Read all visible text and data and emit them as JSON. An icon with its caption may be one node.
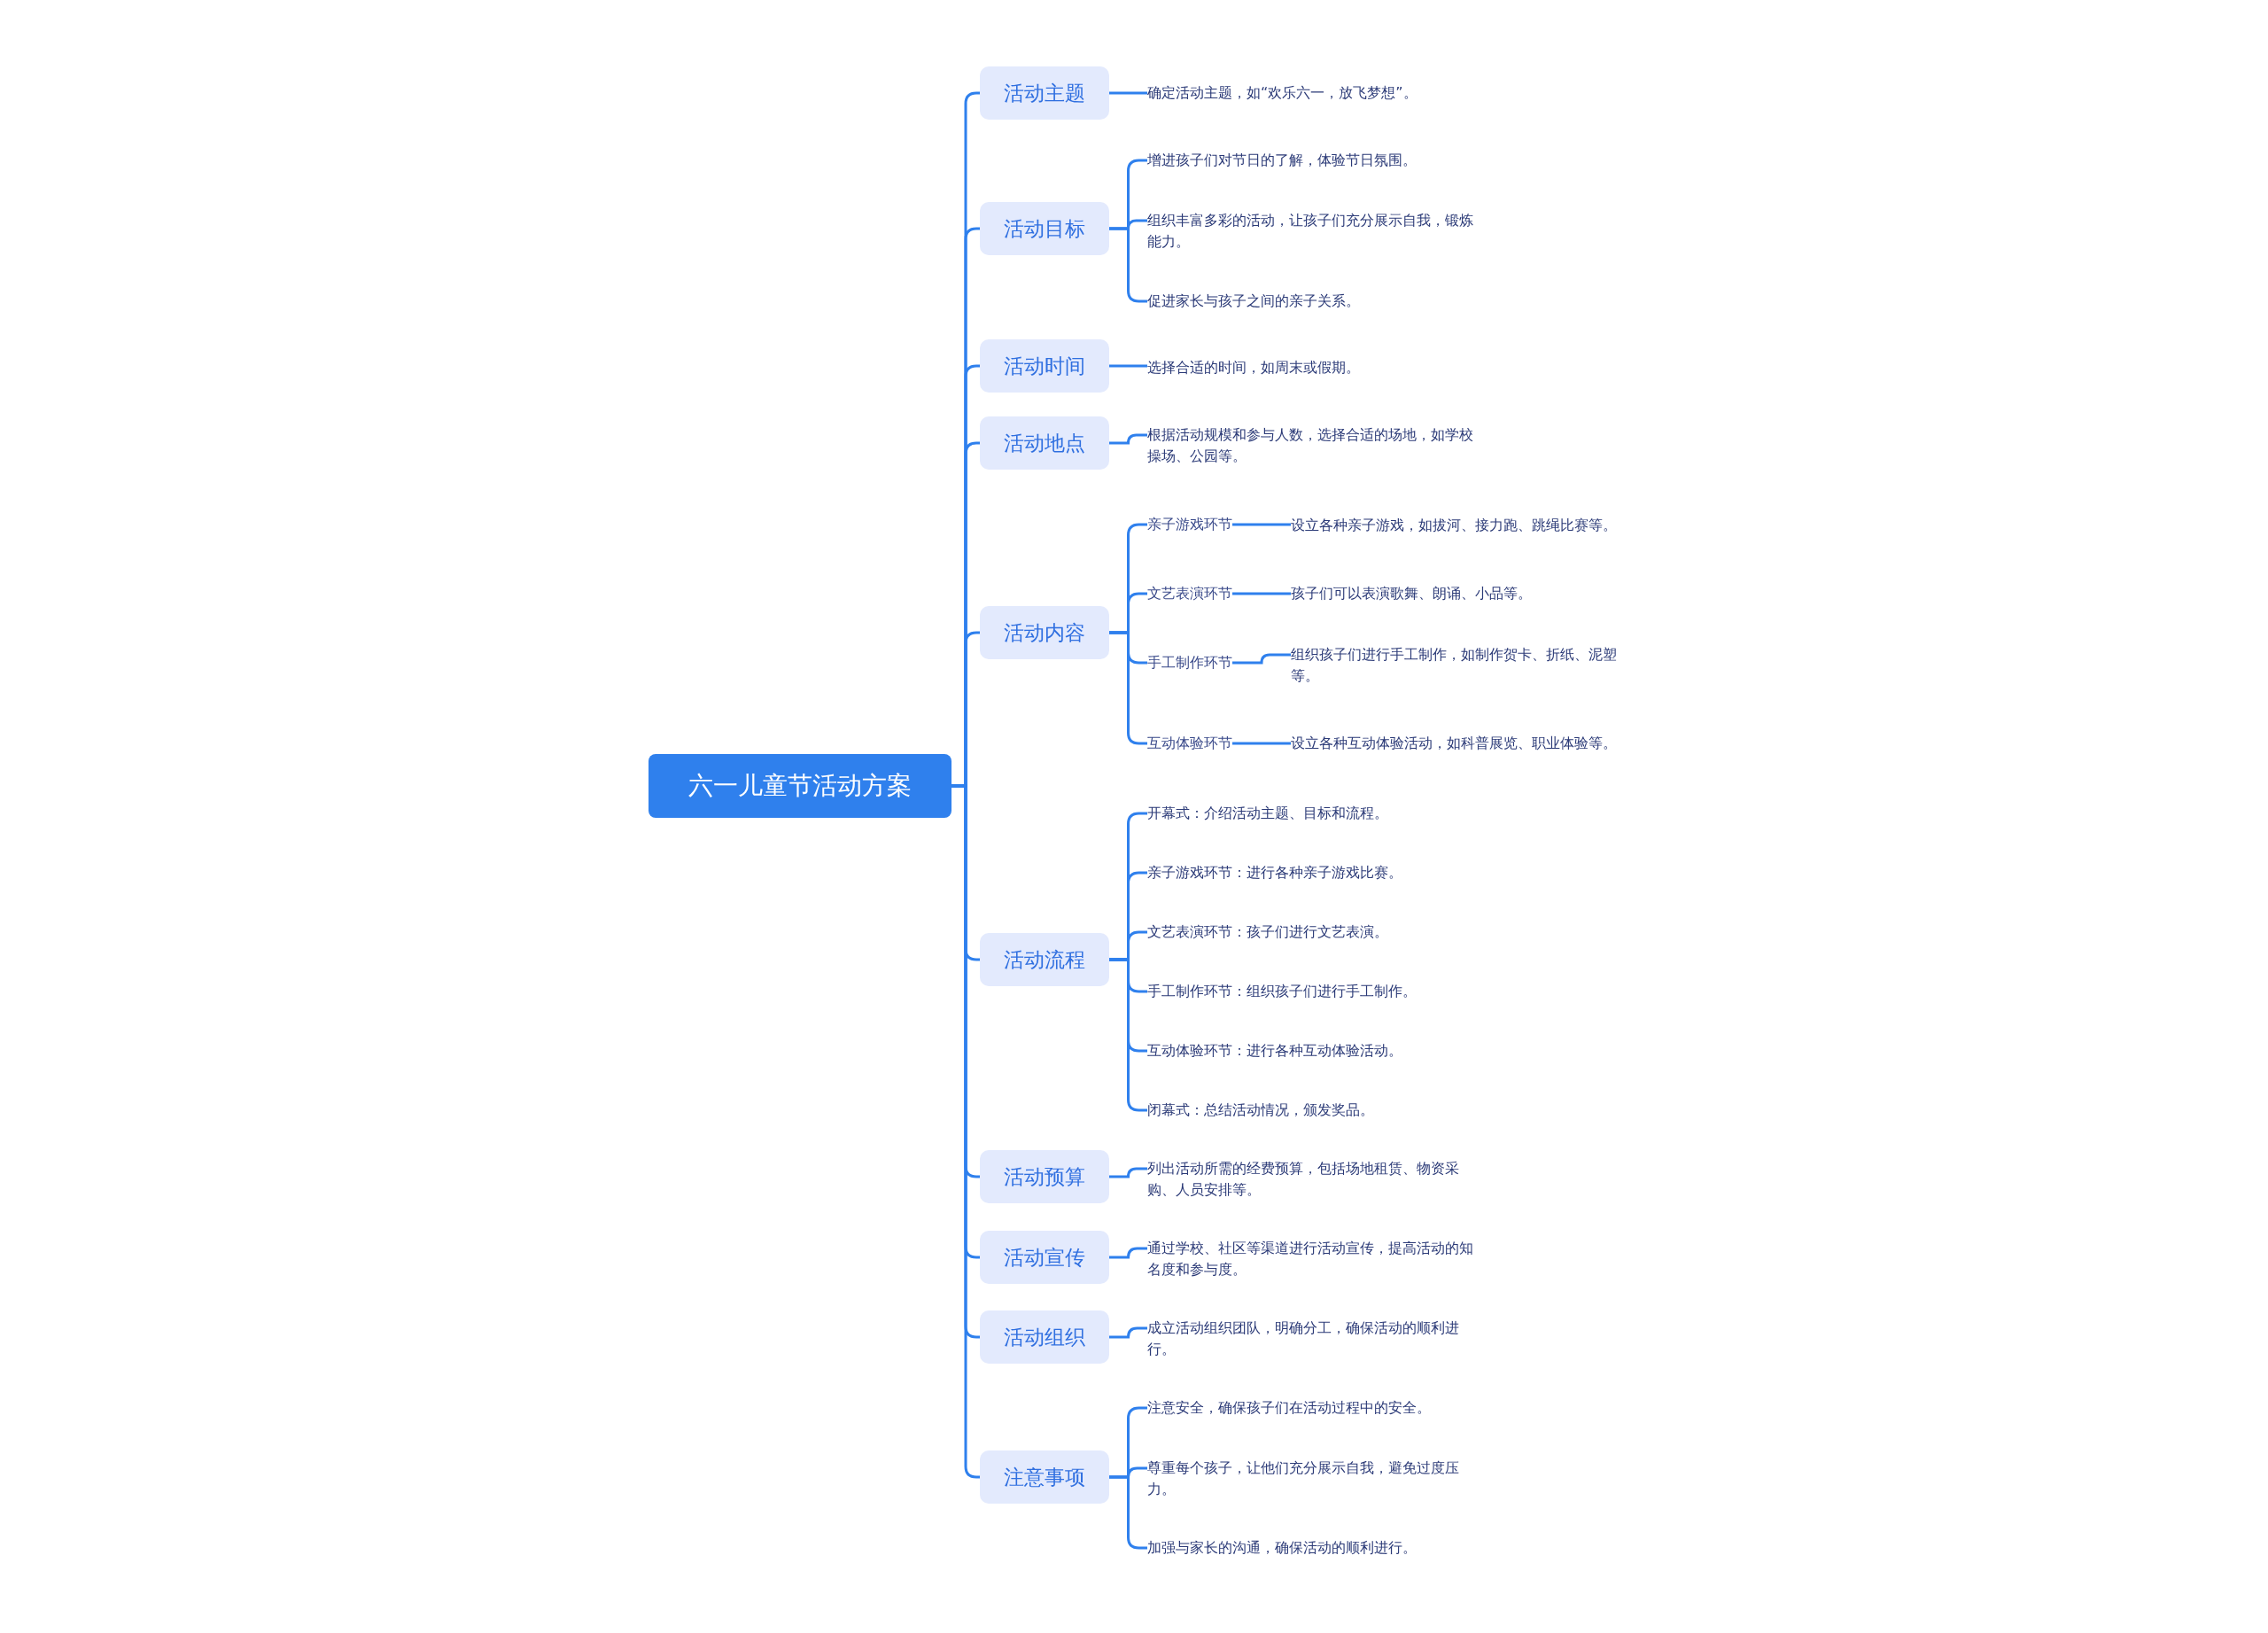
{
  "diagram": {
    "nodes": [
      {
        "text": [
          "六一儿童节活动方案"
        ]
      },
      {
        "text": [
          "活动主题"
        ]
      },
      {
        "text": [
          "确定活动主题，如“欢乐六一，放飞梦想”。"
        ]
      },
      {
        "text": [
          "活动目标"
        ]
      },
      {
        "text": [
          "增进孩子们对节日的了解，体验节日氛围。"
        ]
      },
      {
        "text": [
          "组织丰富多彩的活动，让孩子们充分展示自我，锻炼能力。"
        ]
      },
      {
        "text": [
          "促进家长与孩子之间的亲子关系。"
        ]
      },
      {
        "text": [
          "活动时间"
        ]
      },
      {
        "text": [
          "选择合适的时间，如周末或假期。"
        ]
      },
      {
        "text": [
          "活动地点"
        ]
      },
      {
        "text": [
          "根据活动规模和参与人数，选择合适的场地，如学校操场、公园等。"
        ]
      },
      {
        "text": [
          "活动内容"
        ]
      },
      {
        "text": [
          "亲子游戏环节"
        ]
      },
      {
        "text": [
          "设立各种亲子游戏，如拔河、接力跑、跳绳比赛等。"
        ]
      },
      {
        "text": [
          "文艺表演环节"
        ]
      },
      {
        "text": [
          "孩子们可以表演歌舞、朗诵、小品等。"
        ]
      },
      {
        "text": [
          "手工制作环节"
        ]
      },
      {
        "text": [
          "组织孩子们进行手工制作，如制作贺卡、折纸、泥塑等。"
        ]
      },
      {
        "text": [
          "互动体验环节"
        ]
      },
      {
        "text": [
          "设立各种互动体验活动，如科普展览、职业体验等。"
        ]
      },
      {
        "text": [
          "活动流程"
        ]
      },
      {
        "text": [
          "开幕式：介绍活动主题、目标和流程。"
        ]
      },
      {
        "text": [
          "亲子游戏环节：进行各种亲子游戏比赛。"
        ]
      },
      {
        "text": [
          "文艺表演环节：孩子们进行文艺表演。"
        ]
      },
      {
        "text": [
          "手工制作环节：组织孩子们进行手工制作。"
        ]
      },
      {
        "text": [
          "互动体验环节：进行各种互动体验活动。"
        ]
      },
      {
        "text": [
          "闭幕式：总结活动情况，颁发奖品。"
        ]
      },
      {
        "text": [
          "活动预算"
        ]
      },
      {
        "text": [
          "列出活动所需的经费预算，包括场地租赁、物资采购、人员安排等。"
        ]
      },
      {
        "text": [
          "活动宣传"
        ]
      },
      {
        "text": [
          "通过学校、社区等渠道进行活动宣传，提高活动的知名度和参与度。"
        ]
      },
      {
        "text": [
          "活动组织"
        ]
      },
      {
        "text": [
          "成立活动组织团队，明确分工，确保活动的顺利进行。"
        ]
      },
      {
        "text": [
          "注意事项"
        ]
      },
      {
        "text": [
          "注意安全，确保孩子们在活动过程中的安全。"
        ]
      },
      {
        "text": [
          "尊重每个孩子，让他们充分展示自我，避免过度压力。"
        ]
      },
      {
        "text": [
          "加强与家长的沟通，确保活动的顺利进行。"
        ]
      }
    ],
    "edges": [
      {
        "from": 0,
        "to": 1,
        "arrow": "none"
      },
      {
        "from": 1,
        "to": 2,
        "arrow": "none"
      },
      {
        "from": 0,
        "to": 3,
        "arrow": "none"
      },
      {
        "from": 3,
        "to": 4,
        "arrow": "none"
      },
      {
        "from": 3,
        "to": 5,
        "arrow": "none"
      },
      {
        "from": 3,
        "to": 6,
        "arrow": "none"
      },
      {
        "from": 0,
        "to": 7,
        "arrow": "none"
      },
      {
        "from": 7,
        "to": 8,
        "arrow": "none"
      },
      {
        "from": 0,
        "to": 9,
        "arrow": "none"
      },
      {
        "from": 9,
        "to": 10,
        "arrow": "none"
      },
      {
        "from": 0,
        "to": 11,
        "arrow": "none"
      },
      {
        "from": 11,
        "to": 12,
        "arrow": "none"
      },
      {
        "from": 12,
        "to": 13,
        "arrow": "none"
      },
      {
        "from": 11,
        "to": 14,
        "arrow": "none"
      },
      {
        "from": 14,
        "to": 15,
        "arrow": "none"
      },
      {
        "from": 11,
        "to": 16,
        "arrow": "none"
      },
      {
        "from": 16,
        "to": 17,
        "arrow": "none"
      },
      {
        "from": 11,
        "to": 18,
        "arrow": "none"
      },
      {
        "from": 18,
        "to": 19,
        "arrow": "none"
      },
      {
        "from": 0,
        "to": 20,
        "arrow": "none"
      },
      {
        "from": 20,
        "to": 21,
        "arrow": "none"
      },
      {
        "from": 20,
        "to": 22,
        "arrow": "none"
      },
      {
        "from": 20,
        "to": 23,
        "arrow": "none"
      },
      {
        "from": 20,
        "to": 24,
        "arrow": "none"
      },
      {
        "from": 20,
        "to": 25,
        "arrow": "none"
      },
      {
        "from": 20,
        "to": 26,
        "arrow": "none"
      },
      {
        "from": 0,
        "to": 27,
        "arrow": "none"
      },
      {
        "from": 27,
        "to": 28,
        "arrow": "none"
      },
      {
        "from": 0,
        "to": 29,
        "arrow": "none"
      },
      {
        "from": 29,
        "to": 30,
        "arrow": "none"
      },
      {
        "from": 0,
        "to": 31,
        "arrow": "none"
      },
      {
        "from": 31,
        "to": 32,
        "arrow": "none"
      },
      {
        "from": 0,
        "to": 33,
        "arrow": "none"
      },
      {
        "from": 33,
        "to": 34,
        "arrow": "none"
      },
      {
        "from": 33,
        "to": 35,
        "arrow": "none"
      },
      {
        "from": 33,
        "to": 36,
        "arrow": "none"
      }
    ]
  }
}
